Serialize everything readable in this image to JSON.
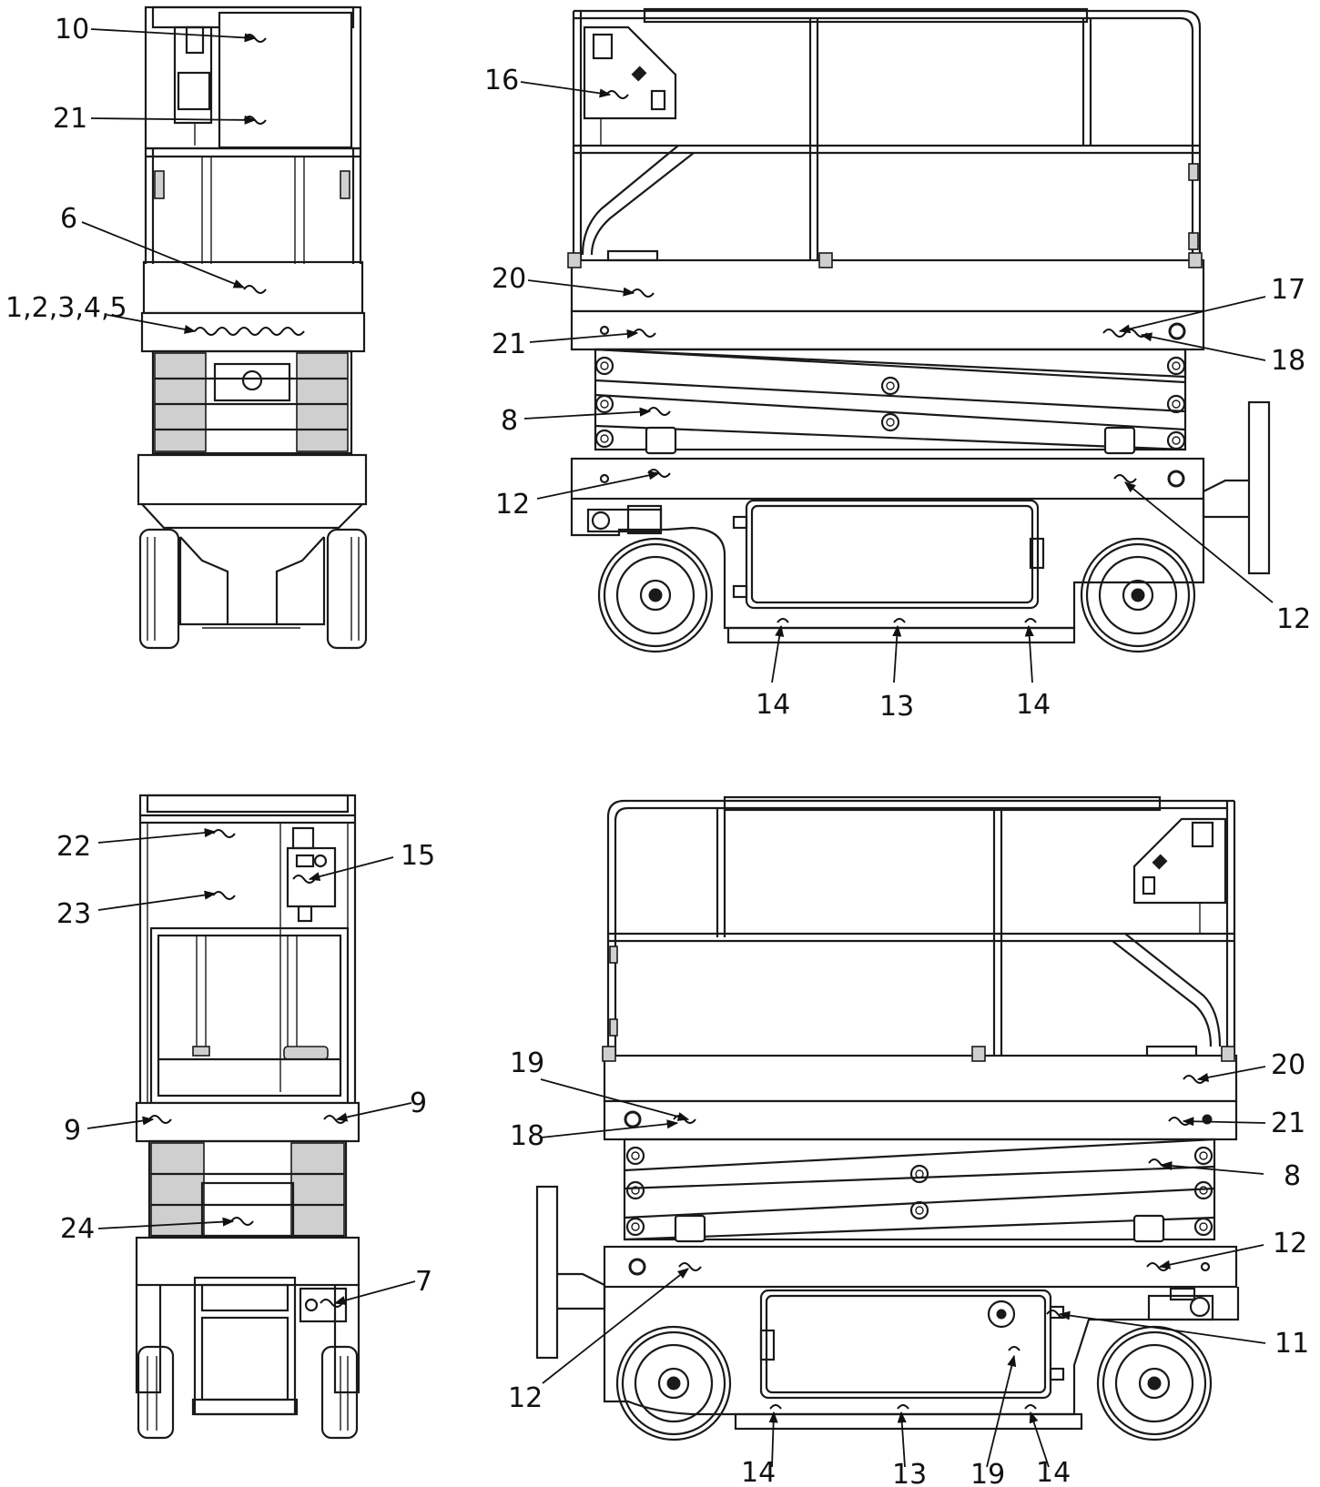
{
  "callouts": {
    "c10": "10",
    "c21a": "21",
    "c6": "6",
    "c12345": "1,2,3,4,5",
    "c16": "16",
    "c20a": "20",
    "c17": "17",
    "c21b": "21",
    "c18a": "18",
    "c8a": "8",
    "c12a": "12",
    "c12b": "12",
    "c14a": "14",
    "c13a": "13",
    "c14b": "14",
    "c22": "22",
    "c15": "15",
    "c23": "23",
    "c9a": "9",
    "c9b": "9",
    "c24": "24",
    "c7": "7",
    "c19a": "19",
    "c20b": "20",
    "c18b": "18",
    "c21c": "21",
    "c8b": "8",
    "c12c": "12",
    "c12d": "12",
    "c11": "11",
    "c14c": "14",
    "c13b": "13",
    "c19b": "19",
    "c14d": "14"
  },
  "views": [
    "front-view",
    "right-side-view",
    "rear-view",
    "left-side-view"
  ]
}
